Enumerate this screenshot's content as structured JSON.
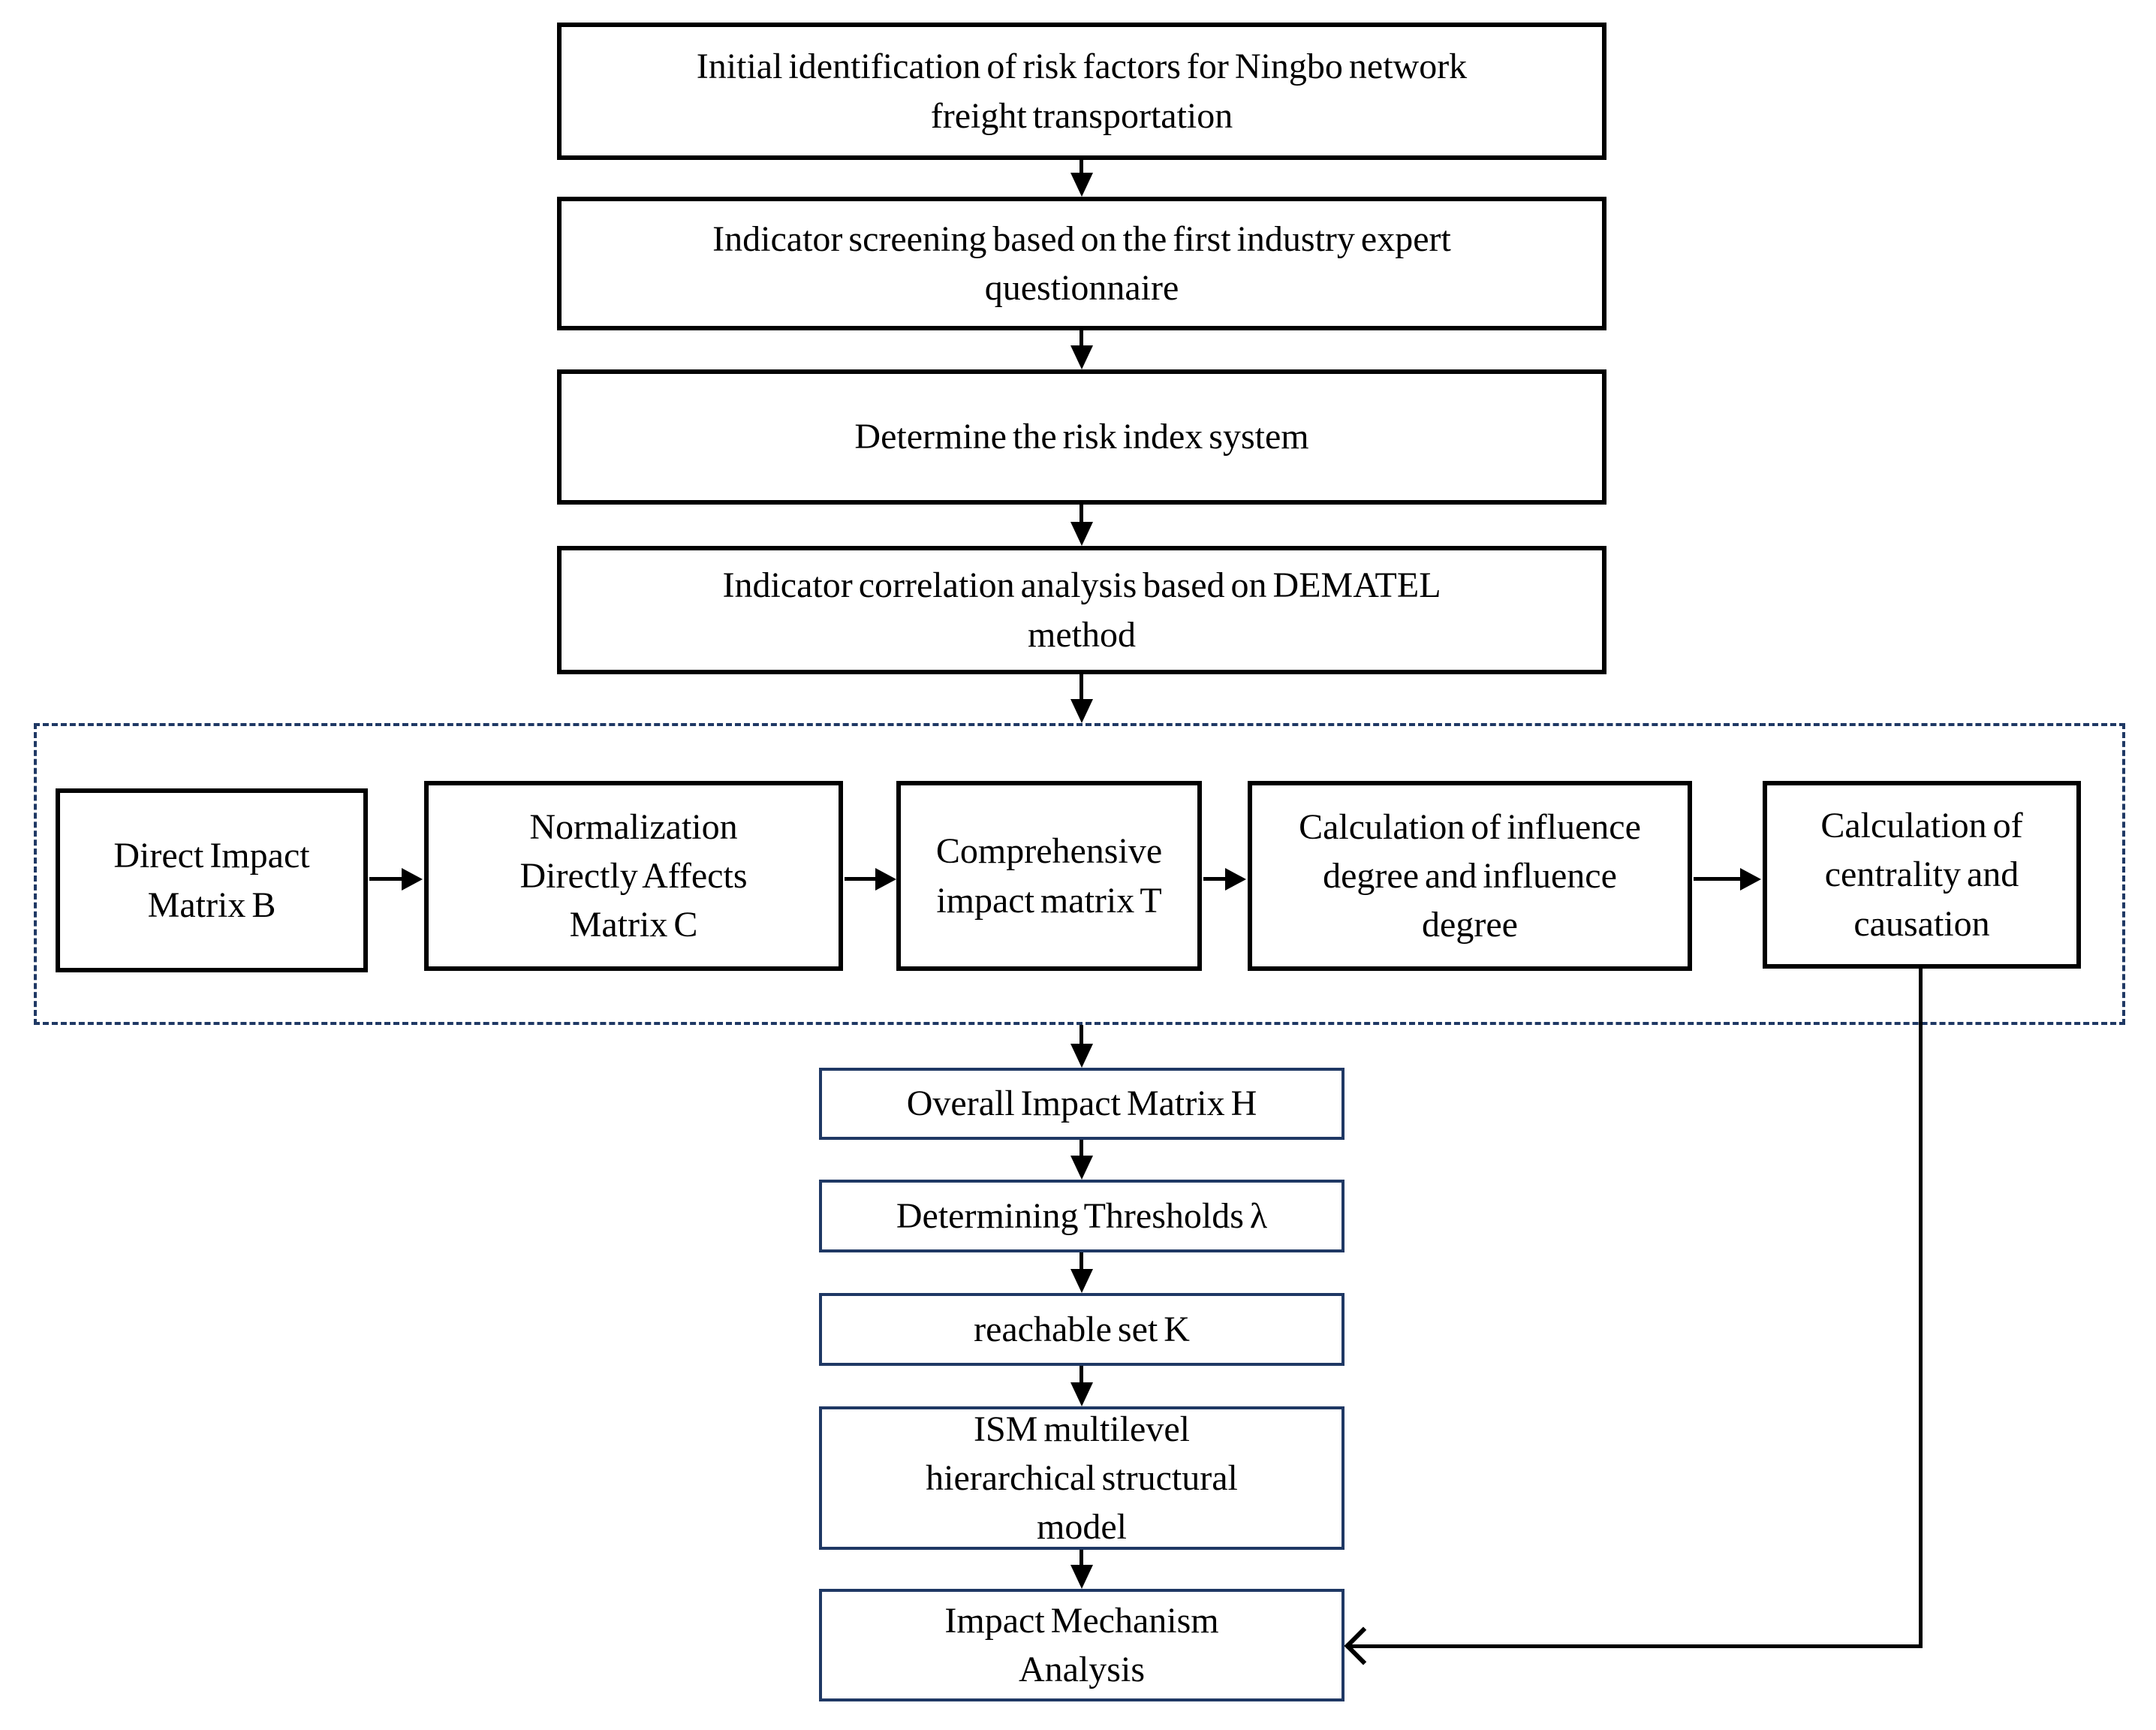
{
  "figure": {
    "title": "DEMATEL-ISM risk analysis flowchart",
    "colors": {
      "navy": "#1f3864",
      "black": "#000000",
      "background": "#ffffff"
    },
    "top_sequence": [
      {
        "lines": [
          "Initial identification of risk factors for Ningbo network",
          "freight transportation"
        ]
      },
      {
        "lines": [
          "Indicator screening based on the first industry expert",
          "questionnaire"
        ]
      },
      {
        "lines": [
          "Determine the risk index system"
        ]
      },
      {
        "lines": [
          "Indicator correlation analysis based on DEMATEL",
          "method"
        ]
      }
    ],
    "dematel_group": {
      "boxes": [
        {
          "lines": [
            "Direct Impact",
            "Matrix B"
          ]
        },
        {
          "lines": [
            "Normalization",
            "Directly Affects",
            "Matrix C"
          ]
        },
        {
          "lines": [
            "Comprehensive",
            "impact matrix T"
          ]
        },
        {
          "lines": [
            "Calculation of influence",
            "degree and influence",
            "degree"
          ]
        },
        {
          "lines": [
            "Calculation of",
            "centrality and",
            "causation"
          ]
        }
      ]
    },
    "bottom_sequence": [
      {
        "lines": [
          "Overall Impact Matrix H"
        ]
      },
      {
        "lines": [
          "Determining Thresholds λ"
        ]
      },
      {
        "lines": [
          "reachable set K"
        ]
      },
      {
        "lines": [
          "ISM multilevel",
          "hierarchical structural",
          "model"
        ]
      },
      {
        "lines": [
          "Impact Mechanism",
          "Analysis"
        ]
      }
    ]
  }
}
